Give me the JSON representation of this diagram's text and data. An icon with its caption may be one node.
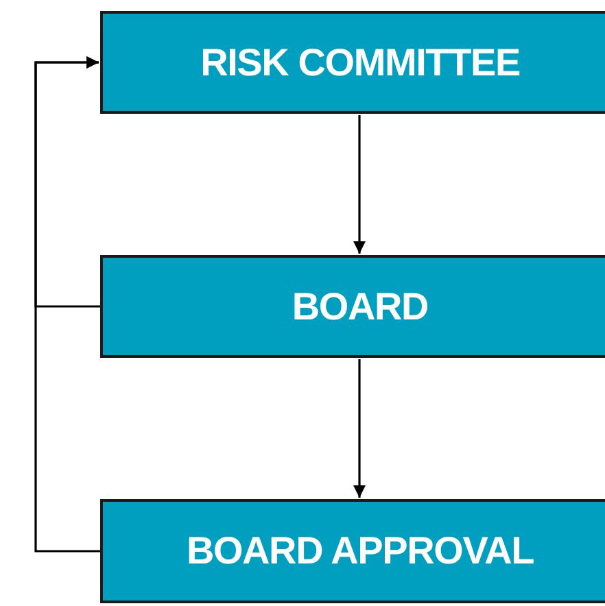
{
  "diagram": {
    "nodes": [
      {
        "text": [
          "RISK COMMITTEE"
        ]
      },
      {
        "text": [
          "BOARD"
        ]
      },
      {
        "text": [
          "BOARD APPROVAL"
        ]
      }
    ],
    "edges": [
      {
        "from": 0,
        "to": 1,
        "arrow": "to"
      },
      {
        "from": 1,
        "to": 2,
        "arrow": "to"
      },
      {
        "from": 1,
        "to": 0,
        "arrow": "to"
      },
      {
        "from": 2,
        "to": 0,
        "arrow": "to"
      }
    ]
  }
}
